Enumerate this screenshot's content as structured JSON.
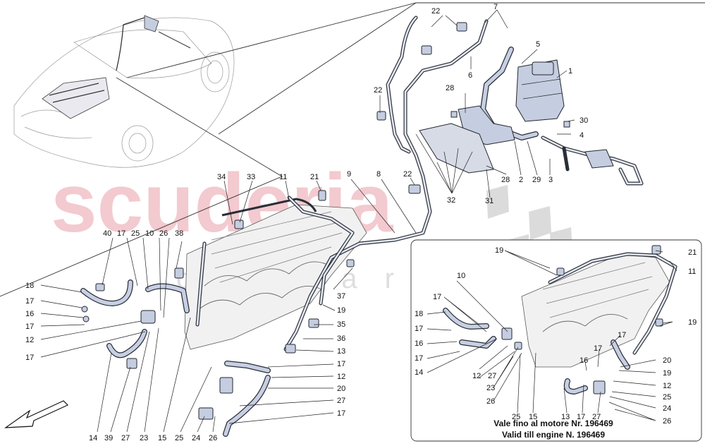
{
  "watermark": {
    "main": "scuderia",
    "sub": "c a r   p a r t s"
  },
  "inset": {
    "note_it": "Vale fino al motore Nr. 196469",
    "note_en": "Valid till engine N. 196469"
  },
  "labels": {
    "l1": "1",
    "l2": "2",
    "l3": "3",
    "l4": "4",
    "l5": "5",
    "l6": "6",
    "l7": "7",
    "l8": "8",
    "l9": "9",
    "l10": "10",
    "l11": "11",
    "l12": "12",
    "l13": "13",
    "l14": "14",
    "l15": "15",
    "l16": "16",
    "l17": "17",
    "l18": "18",
    "l19": "19",
    "l20": "20",
    "l21": "21",
    "l22": "22",
    "l23": "23",
    "l24": "24",
    "l25": "25",
    "l26": "26",
    "l27": "27",
    "l28": "28",
    "l29": "29",
    "l30": "30",
    "l31": "31",
    "l32": "32",
    "l33": "33",
    "l34": "34",
    "l35": "35",
    "l36": "36",
    "l37": "37",
    "l38": "38",
    "l39": "39",
    "l40": "40"
  },
  "colors": {
    "watermark": "#e8a0a8",
    "part_fill": "#c5cde0",
    "outline": "#22262e"
  }
}
